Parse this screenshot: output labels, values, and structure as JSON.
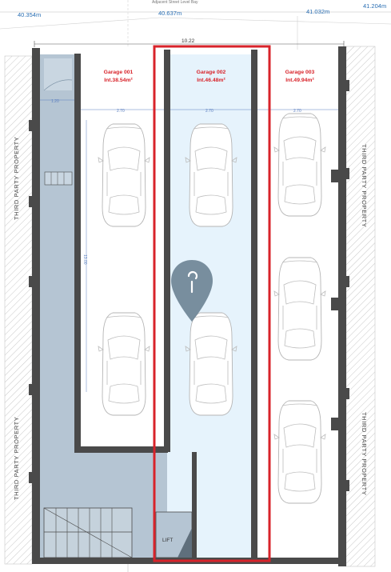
{
  "header": {
    "top_note": "Adjacent Street Level Bay"
  },
  "elevations": {
    "left": "40.354m",
    "center": "40.637m",
    "right": "41.032m",
    "far_right": "41.204m"
  },
  "dimensions": {
    "overall_width": "10.22",
    "ramp_width": "1.20",
    "bay_1": "2.70",
    "bay_2": "2.70",
    "bay_3": "2.70",
    "ramp_length": "13.00"
  },
  "garages": [
    {
      "name": "Garage 001",
      "area": "Int.38.54m²",
      "selected": false
    },
    {
      "name": "Garage 002",
      "area": "Int.46.48m²",
      "selected": true
    },
    {
      "name": "Garage 003",
      "area": "Int.49.94m²",
      "selected": false
    }
  ],
  "boundary_labels": {
    "left_upper": "THIRD PARTY PROPERTY",
    "left_lower": "THIRD PARTY PROPERTY",
    "right_upper": "THIRD PARTY PROPERTY",
    "right_lower": "THIRD PARTY PROPERTY"
  },
  "lift": {
    "label": "LIFT"
  },
  "map_pin": {
    "icon": "location-pin-icon",
    "color": "#6f8596"
  },
  "colors": {
    "selection_outline": "#d8232a",
    "selected_fill": "#e6f3fc",
    "circulation_fill": "#b5c5d3",
    "wall": "#4a4a4a"
  }
}
